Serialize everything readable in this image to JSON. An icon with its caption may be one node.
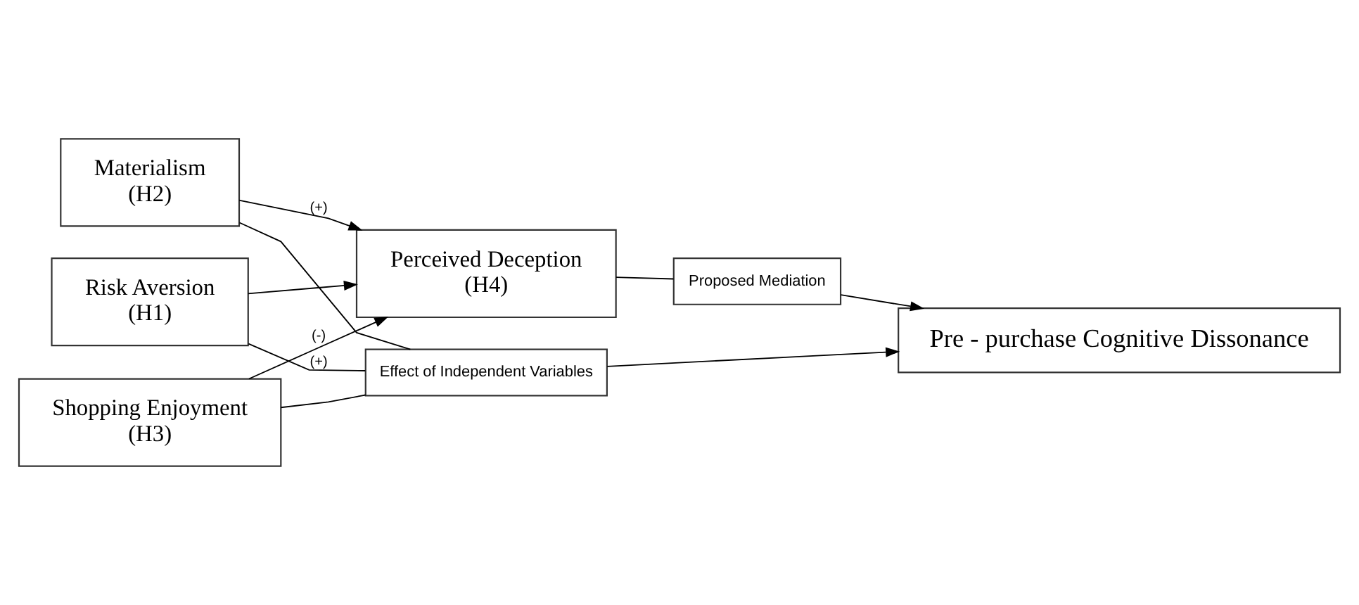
{
  "diagram": {
    "nodes": [
      {
        "text": [
          "Risk Aversion",
          "(H1)"
        ]
      },
      {
        "text": [
          "Materialism",
          "(H2)"
        ]
      },
      {
        "text": [
          "Shopping Enjoyment",
          "(H3)"
        ]
      },
      {
        "text": [
          "Effect of Independent Variables"
        ]
      },
      {
        "text": [
          "Perceived Deception",
          "(H4)"
        ]
      },
      {
        "text": [
          "Proposed Mediation"
        ]
      },
      {
        "text": [
          "Pre - purchase Cognitive Dissonance"
        ]
      }
    ],
    "edges": [
      {
        "from": 0,
        "to": 3,
        "arrow": "none",
        "label": "(+)"
      },
      {
        "from": 1,
        "to": 3,
        "arrow": "none"
      },
      {
        "from": 2,
        "to": 3,
        "arrow": "none"
      },
      {
        "from": 0,
        "to": 4,
        "arrow": "to"
      },
      {
        "from": 1,
        "to": 4,
        "arrow": "to",
        "label": "(+)"
      },
      {
        "from": 2,
        "to": 4,
        "arrow": "to",
        "label": "(-)"
      },
      {
        "from": 3,
        "to": 6,
        "arrow": "to"
      },
      {
        "from": 4,
        "to": 5,
        "arrow": "none"
      },
      {
        "from": 5,
        "to": 6,
        "arrow": "to"
      }
    ]
  }
}
